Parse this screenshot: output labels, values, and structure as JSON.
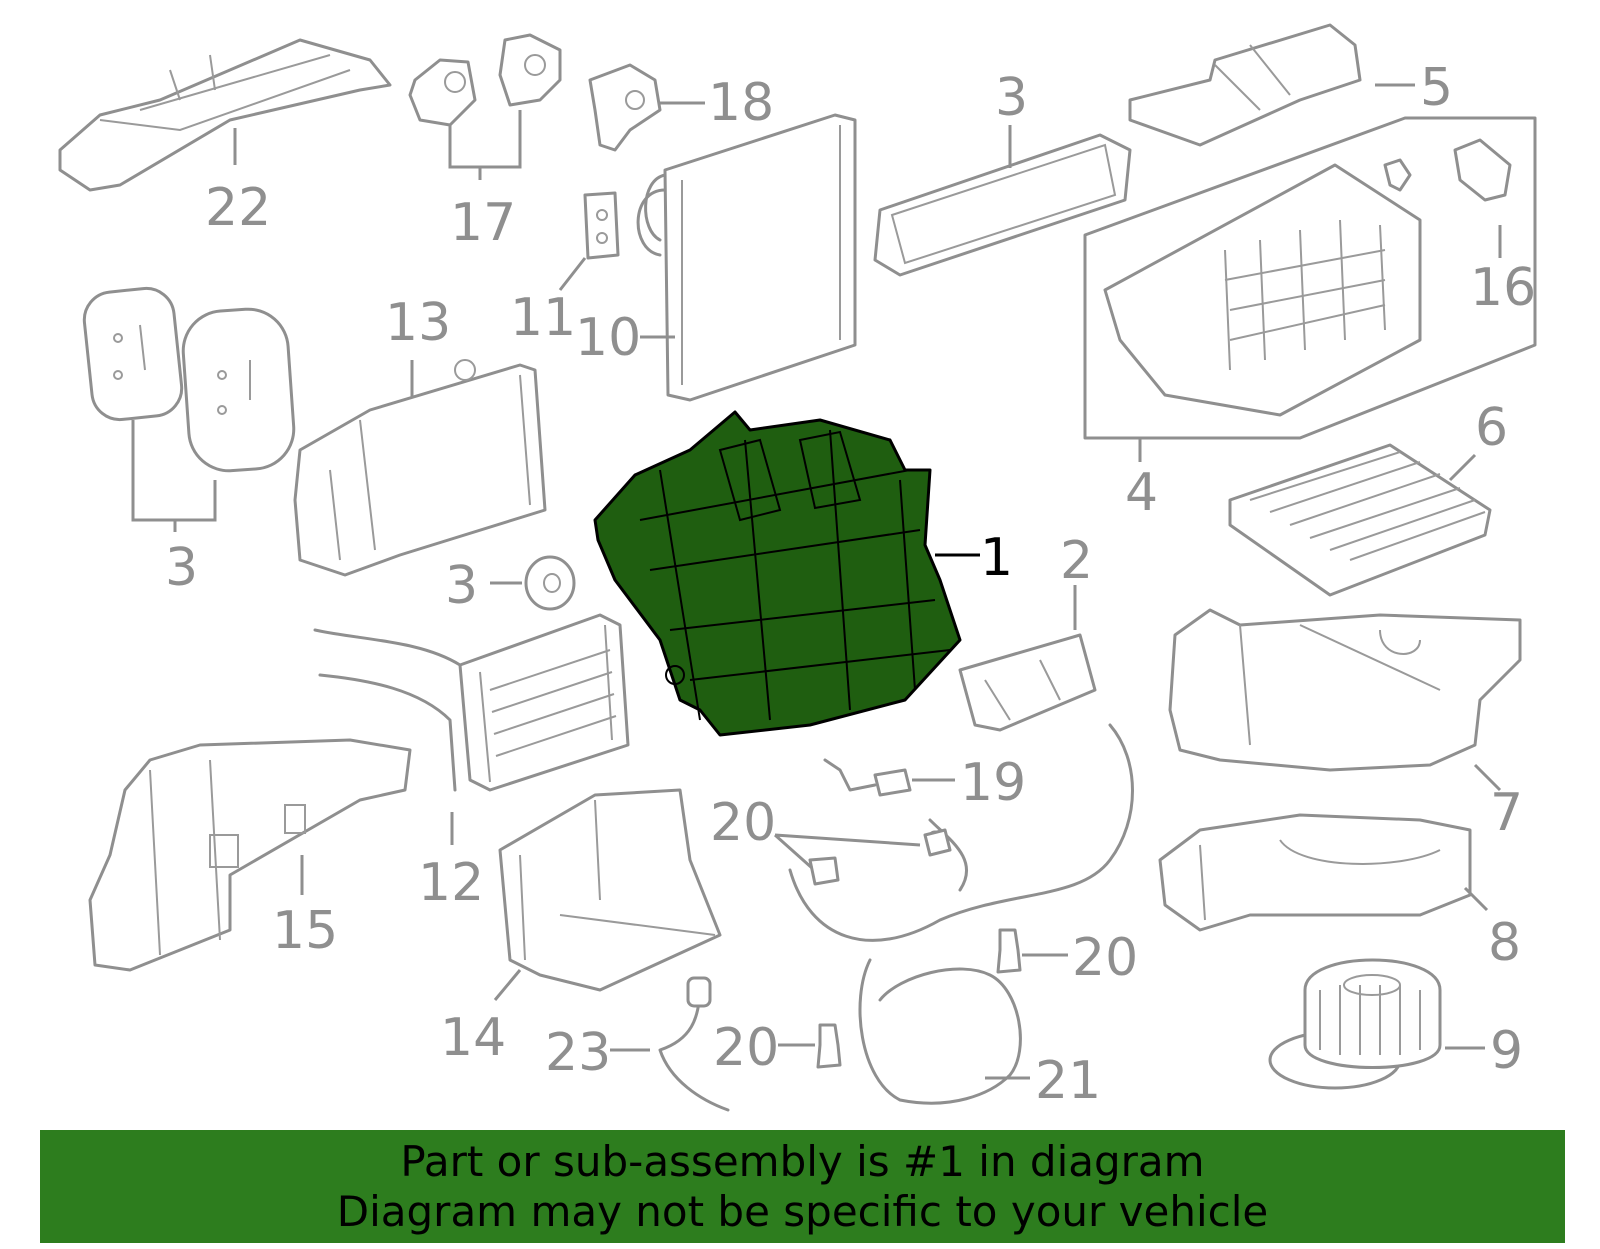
{
  "callouts": {
    "c1": "1",
    "c2": "2",
    "c3a": "3",
    "c3b": "3",
    "c3c": "3",
    "c4": "4",
    "c5": "5",
    "c6": "6",
    "c7": "7",
    "c8": "8",
    "c9": "9",
    "c10": "10",
    "c11": "11",
    "c12": "12",
    "c13": "13",
    "c14": "14",
    "c15": "15",
    "c16": "16",
    "c17": "17",
    "c18": "18",
    "c19": "19",
    "c20a": "20",
    "c20b": "20",
    "c20c": "20",
    "c21": "21",
    "c22": "22",
    "c23": "23"
  },
  "banner": {
    "line1": "Part or sub-assembly is #1 in diagram",
    "line2": "Diagram may not be specific to your vehicle"
  },
  "colors": {
    "highlight_part": "#1f5e10",
    "banner_bg": "#2d7d1e",
    "line_art": "#8f8f8f"
  }
}
